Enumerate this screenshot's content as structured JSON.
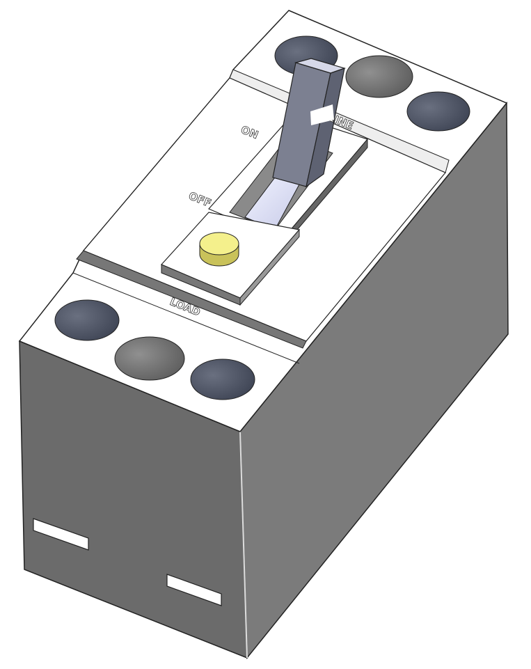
{
  "labels": {
    "on": "ON",
    "off": "OFF",
    "line": "LINE",
    "load": "LOAD"
  },
  "colors": {
    "body_top": "#ffffff",
    "front_face": "#6b6b6b",
    "right_face": "#7b7b7b",
    "hole_dark": "#4e5566",
    "hole_grey": "#777777",
    "handle": "#7c8091",
    "button": "#f2ee8a"
  }
}
